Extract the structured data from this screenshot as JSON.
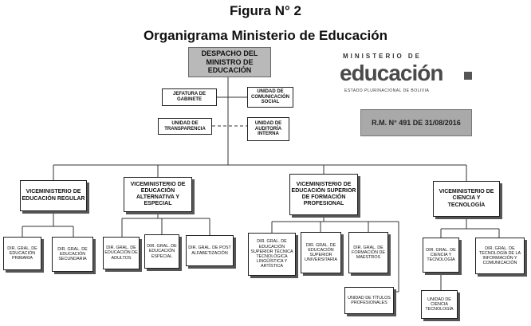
{
  "figure": {
    "number": "Figura N°  2",
    "title": "Organigrama Ministerio de Educación"
  },
  "logo": {
    "top": "MINISTERIO DE",
    "main": "educación",
    "sub": "ESTADO PLURINACIONAL DE BOLIVIA"
  },
  "resolution": "R.M. N° 491 DE 31/08/2016",
  "org": {
    "top": "DESPACHO DEL MINISTRO DE EDUCACIÓN",
    "jefatura": "JEFATURA DE GABINETE",
    "comunicacion": "UNIDAD DE COMUNICACIÓN SOCIAL",
    "transparencia": "UNIDAD DE TRANSPARENCIA",
    "auditoria": "UNIDAD DE AUDITORÍA INTERNA",
    "vice1": "VICEMINISTERIO DE EDUCACIÓN REGULAR",
    "vice2": "VICEMINISTERIO DE EDUCACIÓN ALTERNATIVA Y ESPECIAL",
    "vice3": "VICEMINISTERIO DE EDUCACIÓN SUPERIOR DE FORMACIÓN PROFESIONAL",
    "vice4": "VICEMINISTERIO DE CIENCIA Y TECNOLOGÍA",
    "d_primaria": "DIR. GRAL. DE EDUCACIÓN PRIMARIA",
    "d_secundaria": "DIR. GRAL. DE EDUCACIÓN SECUNDARIA",
    "d_adultos": "DIR. GRAL. DE EDUCACIÓN DE ADULTOS",
    "d_especial": "DIR. GRAL. DE EDUCACIÓN ESPECIAL",
    "d_post": "DIR. GRAL. DE POST ALFABETIZACIÓN",
    "d_tecnica": "DIR. GRAL. DE EDUCACIÓN SUPERIOR TÉCNICA TECNOLÓGICA LINGÜÍSTICA Y ARTÍSTICA",
    "d_universitaria": "DIR. GRAL. DE EDUCACIÓN SUPERIOR UNIVERSITARIA",
    "d_maestros": "DIR. GRAL. DE FORMACIÓN DE MAESTROS",
    "u_titulos": "UNIDAD DE TÍTULOS PROFESIONALES",
    "d_ciencia": "DIR. GRAL. DE CIENCIA Y TECNOLOGÍA",
    "d_tic": "DIR. GRAL. DE TECNOLOGÍA DE LA INFORMACIÓN Y COMUNICACIÓN",
    "u_ciencia": "UNIDAD DE CIENCIA TECNOLOGÍA"
  }
}
